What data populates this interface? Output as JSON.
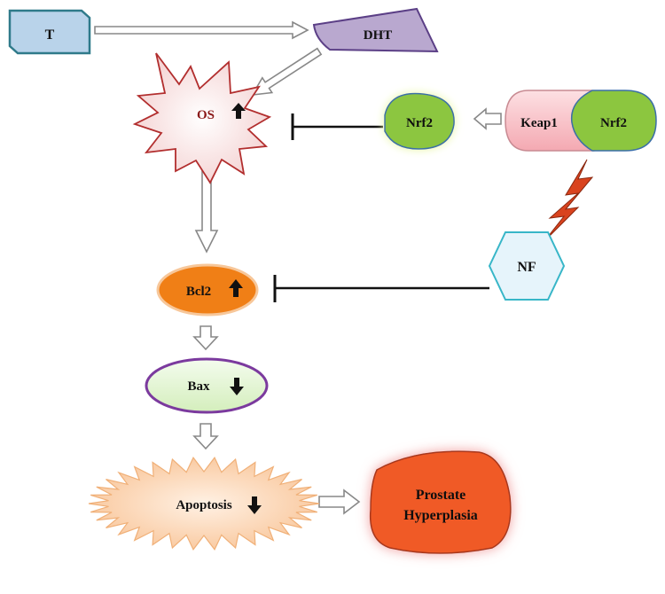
{
  "nodes": {
    "t": {
      "label": "T"
    },
    "dht": {
      "label": "DHT"
    },
    "os": {
      "label": "OS",
      "arrow": "up"
    },
    "nrf2_free": {
      "label": "Nrf2"
    },
    "keap1": {
      "label": "Keap1"
    },
    "nrf2_bound": {
      "label": "Nrf2"
    },
    "nf": {
      "label": "NF"
    },
    "bcl2": {
      "label": "Bcl2",
      "arrow": "up"
    },
    "bax": {
      "label": "Bax",
      "arrow": "down"
    },
    "apoptosis": {
      "label": "Apoptosis",
      "arrow": "down"
    },
    "prostate": {
      "line1": "Prostate",
      "line2": "Hyperplasia"
    }
  },
  "edges": [
    {
      "from": "T",
      "to": "DHT",
      "type": "activation"
    },
    {
      "from": "DHT",
      "to": "OS",
      "type": "activation"
    },
    {
      "from": "Keap1-Nrf2",
      "to": "Nrf2",
      "type": "activation"
    },
    {
      "from": "Nrf2",
      "to": "OS",
      "type": "inhibition"
    },
    {
      "from": "NF",
      "to": "Keap1-Nrf2",
      "type": "disruption"
    },
    {
      "from": "OS",
      "to": "Bcl2",
      "type": "activation"
    },
    {
      "from": "NF",
      "to": "Bcl2",
      "type": "inhibition"
    },
    {
      "from": "Bcl2",
      "to": "Bax",
      "type": "activation"
    },
    {
      "from": "Bax",
      "to": "Apoptosis",
      "type": "activation"
    },
    {
      "from": "Apoptosis",
      "to": "Prostate Hyperplasia",
      "type": "activation"
    }
  ],
  "colors": {
    "t_fill": "#b9d3ea",
    "dht_fill": "#b9a8cf",
    "os_fill": "#f7dede",
    "nrf2_fill": "#8cc63f",
    "keap1_fill": "#f8c6cc",
    "nf_fill": "#e6f4fb",
    "bcl2_fill": "#f07f16",
    "bax_fill": "#e6f6d6",
    "apoptosis_fill": "#fcd8b8",
    "prostate_fill": "#f05a28"
  }
}
